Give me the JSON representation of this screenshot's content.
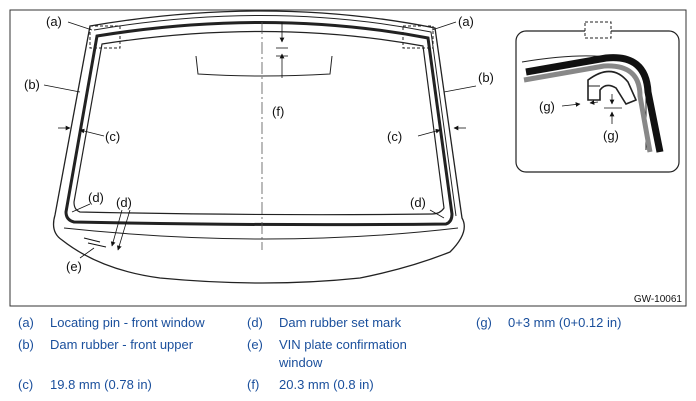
{
  "figure": {
    "id": "GW-10061",
    "labels": {
      "a": "(a)",
      "b": "(b)",
      "c": "(c)",
      "d": "(d)",
      "e": "(e)",
      "f": "(f)",
      "g": "(g)"
    }
  },
  "legend": [
    {
      "key": "(a)",
      "text": "Locating pin - front window"
    },
    {
      "key": "(b)",
      "text": "Dam rubber - front upper"
    },
    {
      "key": "(c)",
      "text": "19.8 mm (0.78 in)"
    },
    {
      "key": "(d)",
      "text": "Dam rubber set mark"
    },
    {
      "key": "(e)",
      "text": "VIN plate confirmation window"
    },
    {
      "key": "(f)",
      "text": "20.3 mm (0.8 in)"
    },
    {
      "key": "(g)",
      "text": "0+3 mm (0+0.12 in)"
    }
  ]
}
